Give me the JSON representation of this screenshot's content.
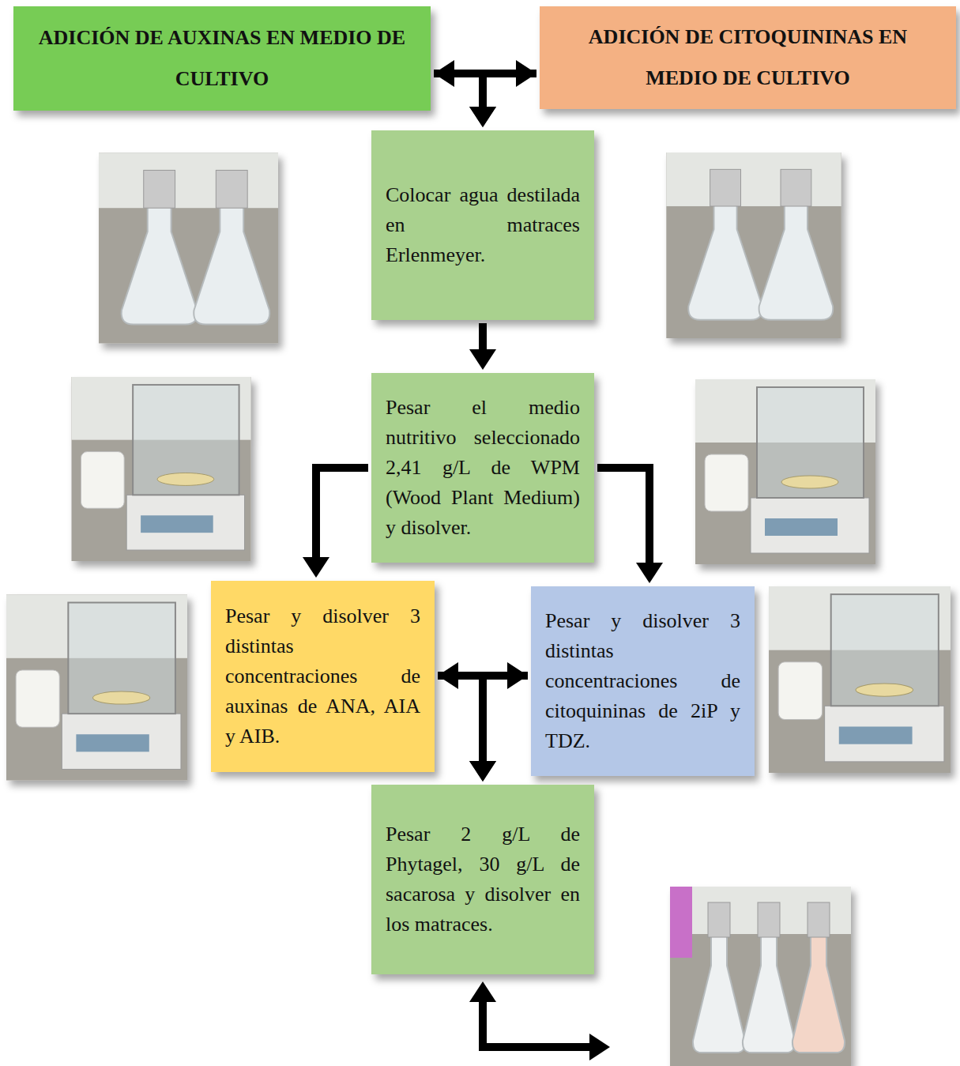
{
  "diagram": {
    "nodes": [
      {
        "text": [
          "ADICIÓN DE AUXINAS EN MEDIO DE CULTIVO"
        ]
      },
      {
        "text": [
          "ADICIÓN DE CITOQUININAS EN MEDIO DE CULTIVO"
        ]
      },
      {
        "text": [
          "Colocar agua destilada en matraces Erlenmeyer."
        ]
      },
      {
        "text": [
          "Pesar el medio nutritivo seleccionado 2,41 g/L de WPM (Wood Plant Medium) y disolver."
        ]
      },
      {
        "text": [
          "Pesar y disolver 3 distintas concentraciones de auxinas de ANA, AIA y AIB."
        ]
      },
      {
        "text": [
          "Pesar y disolver 3 distintas concentraciones de citoquininas de 2iP y TDZ."
        ]
      },
      {
        "text": [
          "Pesar 2 g/L de Phytagel, 30 g/L de sacarosa y disolver en los matraces."
        ]
      }
    ],
    "edges": [
      {
        "from": 0,
        "to": 1,
        "arrow": "both"
      },
      {
        "from": 0,
        "to": 2,
        "arrow": "to"
      },
      {
        "from": 1,
        "to": 2,
        "arrow": "to"
      },
      {
        "from": 2,
        "to": 3,
        "arrow": "to"
      },
      {
        "from": 3,
        "to": 4,
        "arrow": "to"
      },
      {
        "from": 3,
        "to": 5,
        "arrow": "to"
      },
      {
        "from": 4,
        "to": 5,
        "arrow": "both"
      },
      {
        "from": 4,
        "to": 6,
        "arrow": "to"
      },
      {
        "from": 5,
        "to": 6,
        "arrow": "to"
      }
    ]
  }
}
